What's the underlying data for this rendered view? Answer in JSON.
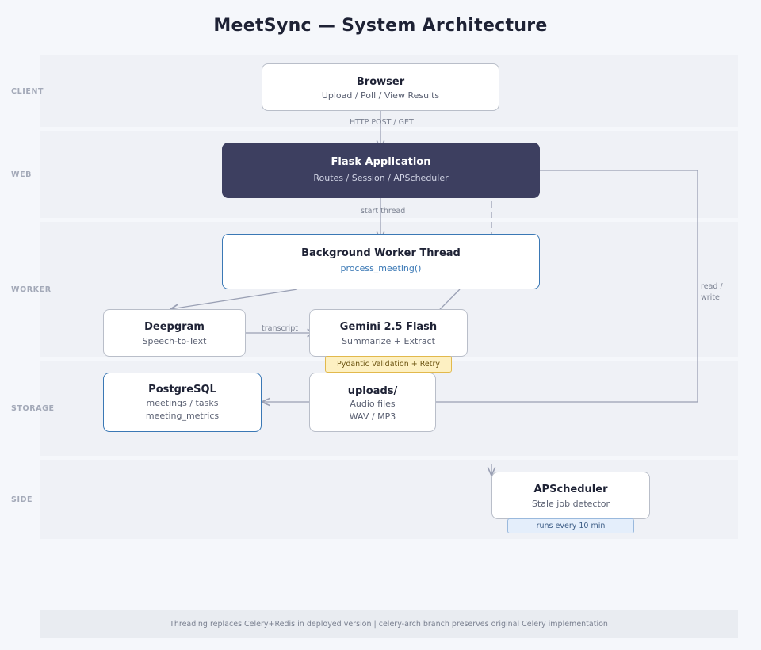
{
  "title": "MeetSync — System Architecture",
  "lanes": {
    "client": "CLIENT",
    "web": "WEB",
    "worker": "WORKER",
    "storage": "STORAGE",
    "side": "SIDE"
  },
  "nodes": {
    "browser": {
      "title": "Browser",
      "subtitle": "Upload / Poll / View Results"
    },
    "flask": {
      "title": "Flask Application",
      "subtitle": "Routes / Session / APScheduler"
    },
    "worker": {
      "title": "Background Worker Thread",
      "subtitle": "process_meeting()"
    },
    "deepgram": {
      "title": "Deepgram",
      "subtitle": "Speech-to-Text"
    },
    "gemini": {
      "title": "Gemini 2.5 Flash",
      "subtitle": "Summarize + Extract"
    },
    "postgres": {
      "title": "PostgreSQL",
      "line1": "meetings / tasks",
      "line2": "meeting_metrics"
    },
    "uploads": {
      "title": "uploads/",
      "line1": "Audio files",
      "line2": "WAV / MP3"
    },
    "apscheduler": {
      "title": "APScheduler",
      "subtitle": "Stale job detector"
    }
  },
  "edge_labels": {
    "http": "HTTP POST / GET",
    "start_thread": "start thread",
    "transcript": "transcript",
    "read": "read /",
    "write": "write"
  },
  "badges": {
    "pydantic": "Pydantic Validation + Retry",
    "schedule": "runs every 10 min"
  },
  "footer": "Threading replaces Celery+Redis in deployed version  |  celery-arch branch preserves original Celery implementation",
  "colors": {
    "background": "#f5f7fb",
    "lane": "#eff1f6",
    "accent_dark": "#3d3f60",
    "accent_blue": "#3a78b5",
    "edge": "#9aa0b4"
  }
}
